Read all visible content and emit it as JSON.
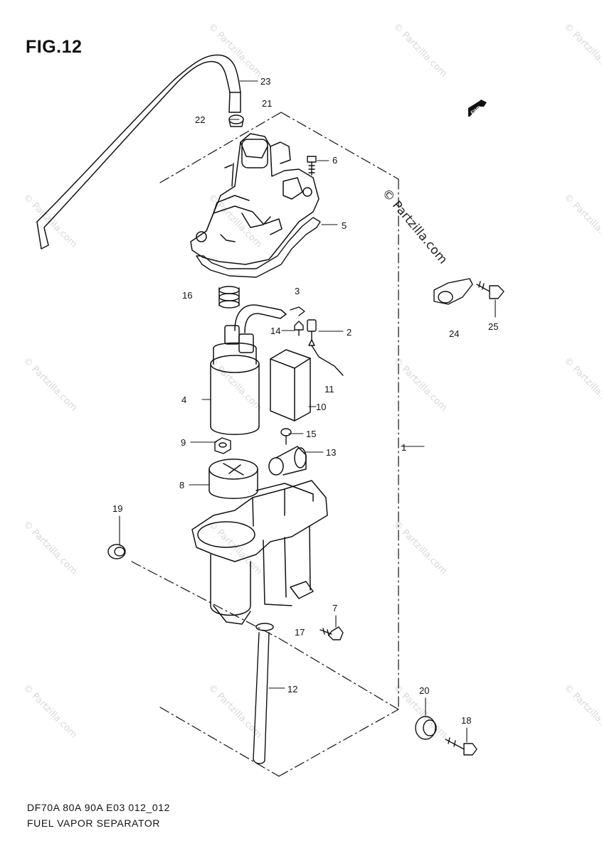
{
  "figure": {
    "title": "FIG.12",
    "caption_line1": "DF70A 80A 90A E03 012_012",
    "caption_line2": "FUEL VAPOR SEPARATOR",
    "watermark": "© Partzilla.com",
    "direction_marker": "FWD"
  },
  "callouts": [
    {
      "id": "1",
      "label": "1"
    },
    {
      "id": "2",
      "label": "2"
    },
    {
      "id": "3",
      "label": "3"
    },
    {
      "id": "4",
      "label": "4"
    },
    {
      "id": "5",
      "label": "5"
    },
    {
      "id": "6",
      "label": "6"
    },
    {
      "id": "7",
      "label": "7"
    },
    {
      "id": "8",
      "label": "8"
    },
    {
      "id": "9",
      "label": "9"
    },
    {
      "id": "10",
      "label": "10"
    },
    {
      "id": "11",
      "label": "11"
    },
    {
      "id": "12",
      "label": "12"
    },
    {
      "id": "13",
      "label": "13"
    },
    {
      "id": "14",
      "label": "14"
    },
    {
      "id": "15",
      "label": "15"
    },
    {
      "id": "16",
      "label": "16"
    },
    {
      "id": "17",
      "label": "17"
    },
    {
      "id": "18",
      "label": "18"
    },
    {
      "id": "19",
      "label": "19"
    },
    {
      "id": "20",
      "label": "20"
    },
    {
      "id": "21",
      "label": "21"
    },
    {
      "id": "22",
      "label": "22"
    },
    {
      "id": "23",
      "label": "23"
    },
    {
      "id": "24",
      "label": "24"
    },
    {
      "id": "25",
      "label": "25"
    }
  ]
}
